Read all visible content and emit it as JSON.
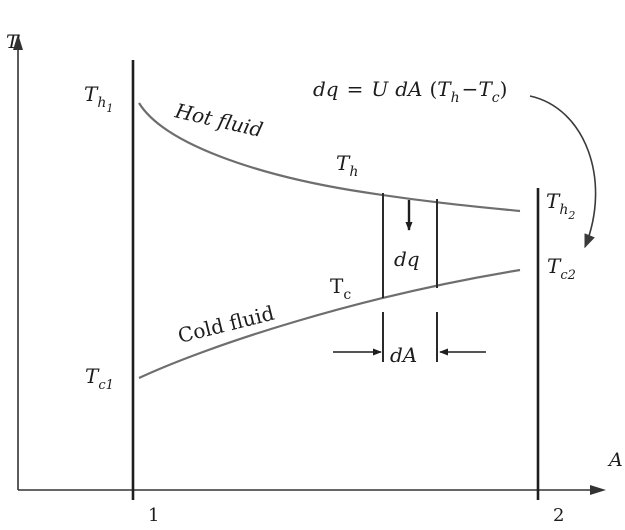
{
  "axes": {
    "y_label": "T",
    "x_label": "A",
    "x_tick_1": "1",
    "x_tick_2": "2"
  },
  "hot": {
    "label": "Hot fluid",
    "curve_symbol": "T",
    "curve_sub": "h",
    "inlet_symbol": "T",
    "inlet_sub": "h",
    "inlet_subsub": "1",
    "outlet_symbol": "T",
    "outlet_sub": "h",
    "outlet_subsub": "2"
  },
  "cold": {
    "label": "Cold fluid",
    "curve_symbol": "T",
    "curve_sub": "c",
    "inlet_symbol": "T",
    "inlet_sub": "c1",
    "outlet_symbol": "T",
    "outlet_sub": "c2"
  },
  "element": {
    "heat_label": "dq",
    "area_label": "dA"
  },
  "equation": {
    "lhs": "dq",
    "eq": "=",
    "u": "U",
    "da": "dA",
    "open": "(",
    "t1": "T",
    "t1_sub": "h",
    "minus": "−",
    "t2": "T",
    "t2_sub": "c",
    "close": ")"
  },
  "colors": {
    "curves": "#6e6e6e",
    "lines": "#1e1e1e"
  }
}
